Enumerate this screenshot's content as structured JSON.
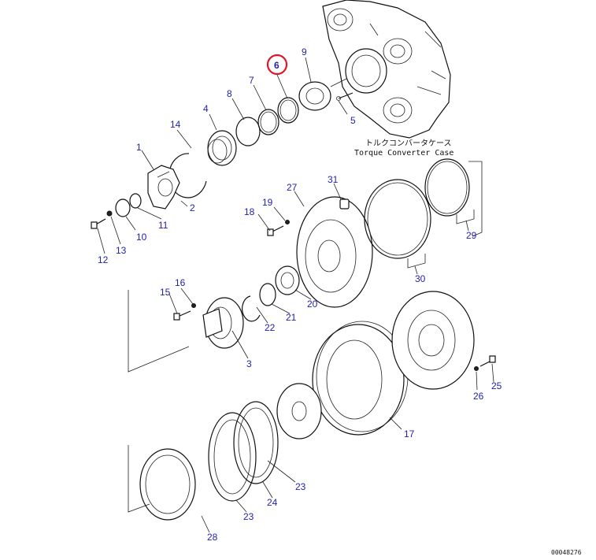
{
  "drawing": {
    "case_label_jp": "トルクコンバータケース",
    "case_label_en": "Torque Converter Case",
    "drawing_number": "00048276",
    "highlighted_part": "6",
    "callouts": [
      "1",
      "2",
      "3",
      "4",
      "5",
      "6",
      "7",
      "8",
      "9",
      "10",
      "11",
      "12",
      "13",
      "14",
      "15",
      "16",
      "17",
      "18",
      "19",
      "20",
      "21",
      "22",
      "23",
      "23",
      "24",
      "25",
      "26",
      "27",
      "28",
      "29",
      "30",
      "31"
    ]
  }
}
